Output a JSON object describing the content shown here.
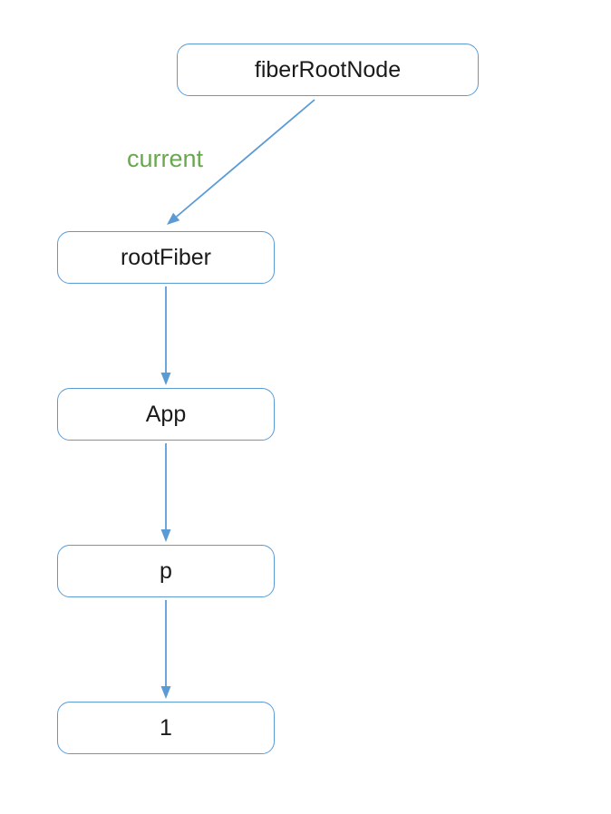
{
  "diagram": {
    "nodes": [
      {
        "id": "fiberRootNode",
        "label": "fiberRootNode"
      },
      {
        "id": "rootFiber",
        "label": "rootFiber"
      },
      {
        "id": "App",
        "label": "App"
      },
      {
        "id": "p",
        "label": "p"
      },
      {
        "id": "1",
        "label": "1"
      }
    ],
    "edges": [
      {
        "from": "fiberRootNode",
        "to": "rootFiber",
        "label": "current"
      },
      {
        "from": "rootFiber",
        "to": "App",
        "label": ""
      },
      {
        "from": "App",
        "to": "p",
        "label": ""
      },
      {
        "from": "p",
        "to": "1",
        "label": ""
      }
    ],
    "colors": {
      "node_border": "#5b9bd5",
      "arrow": "#5b9bd5",
      "edge_label": "#6aa84f",
      "node_text": "#1a1a1a",
      "background": "#ffffff"
    }
  }
}
